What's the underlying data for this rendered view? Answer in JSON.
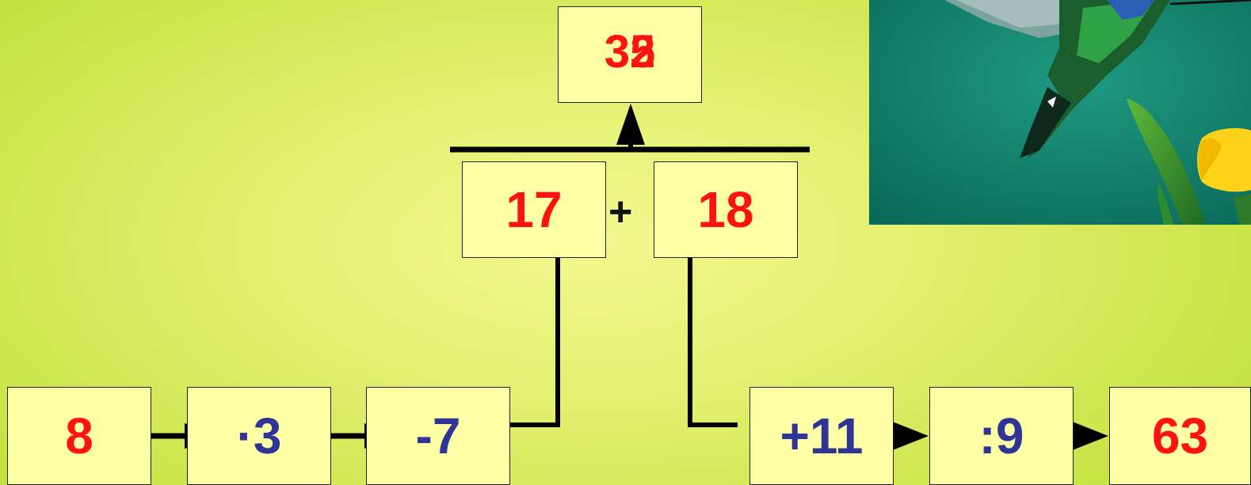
{
  "result": {
    "values": [
      "32",
      "35"
    ]
  },
  "sum": {
    "left": "17",
    "operator": "+",
    "right": "18"
  },
  "left_chain": [
    "8",
    "·3",
    "-7"
  ],
  "right_chain": [
    "+11",
    ":9",
    "63"
  ],
  "colors": {
    "number": "#ff1212",
    "operation": "#2e3596",
    "box_fill": "#ffffa6",
    "background": "#d6ea55"
  },
  "icons": {
    "photo": "hummingbird-photo"
  }
}
